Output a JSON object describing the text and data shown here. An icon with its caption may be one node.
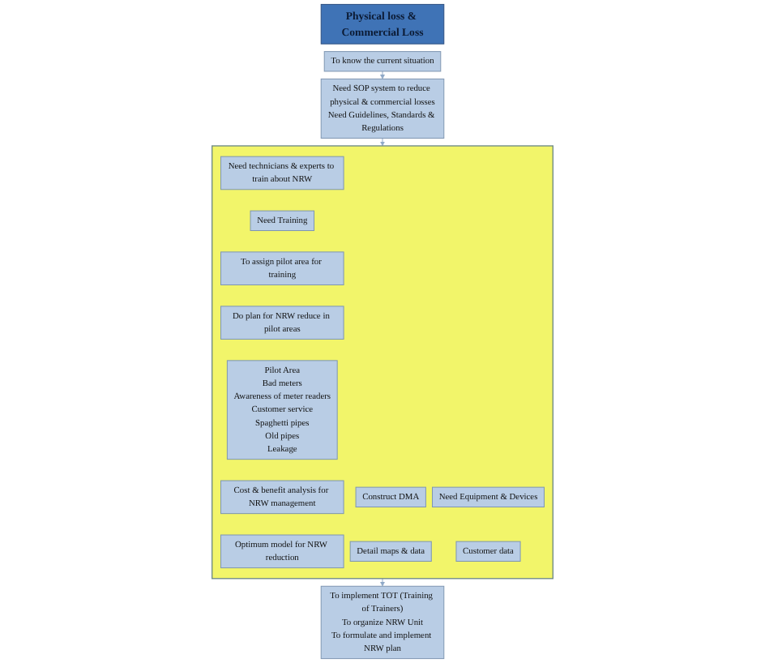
{
  "diagram": {
    "nodes": [
      {
        "text": [
          "Physical loss & Commercial Loss"
        ]
      },
      {
        "text": [
          "To know the current situation"
        ]
      },
      {
        "text": [
          "Need SOP system to reduce physical & commercial losses",
          "Need Guidelines, Standards & Regulations"
        ]
      },
      {
        "text": [],
        "shape": "box"
      },
      {
        "text": [
          "Need technicians & experts to train about NRW"
        ],
        "in": 3
      },
      {
        "text": [
          "Need Training"
        ],
        "in": 3
      },
      {
        "text": [
          "To assign pilot area for training"
        ],
        "in": 3
      },
      {
        "text": [
          "Construct DMA"
        ],
        "in": 3
      },
      {
        "text": [
          "Do plan for NRW reduce in pilot areas"
        ],
        "in": 3
      },
      {
        "text": [
          "Need Equipment & Devices"
        ],
        "in": 3
      },
      {
        "text": [
          "Detail maps & data"
        ],
        "in": 3
      },
      {
        "text": [
          "Pilot Area",
          "Bad meters",
          "Awareness of meter readers",
          "Customer service",
          "Spaghetti pipes",
          "Old pipes",
          "Leakage"
        ],
        "in": 3
      },
      {
        "text": [
          "Customer data"
        ],
        "in": 3
      },
      {
        "text": [
          "Cost & benefit analysis for NRW management"
        ],
        "in": 3
      },
      {
        "text": [
          "Optimum model for NRW reduction"
        ],
        "in": 3
      },
      {
        "text": [
          "To implement TOT (Training of Trainers)",
          "To organize NRW Unit",
          "To formulate and implement NRW plan"
        ]
      }
    ],
    "edges": [
      {
        "from": 1,
        "to": 2,
        "arrow": "to"
      },
      {
        "from": 2,
        "to": 3,
        "arrow": "to"
      },
      {
        "from": 3,
        "to": 15,
        "arrow": "to"
      }
    ]
  }
}
